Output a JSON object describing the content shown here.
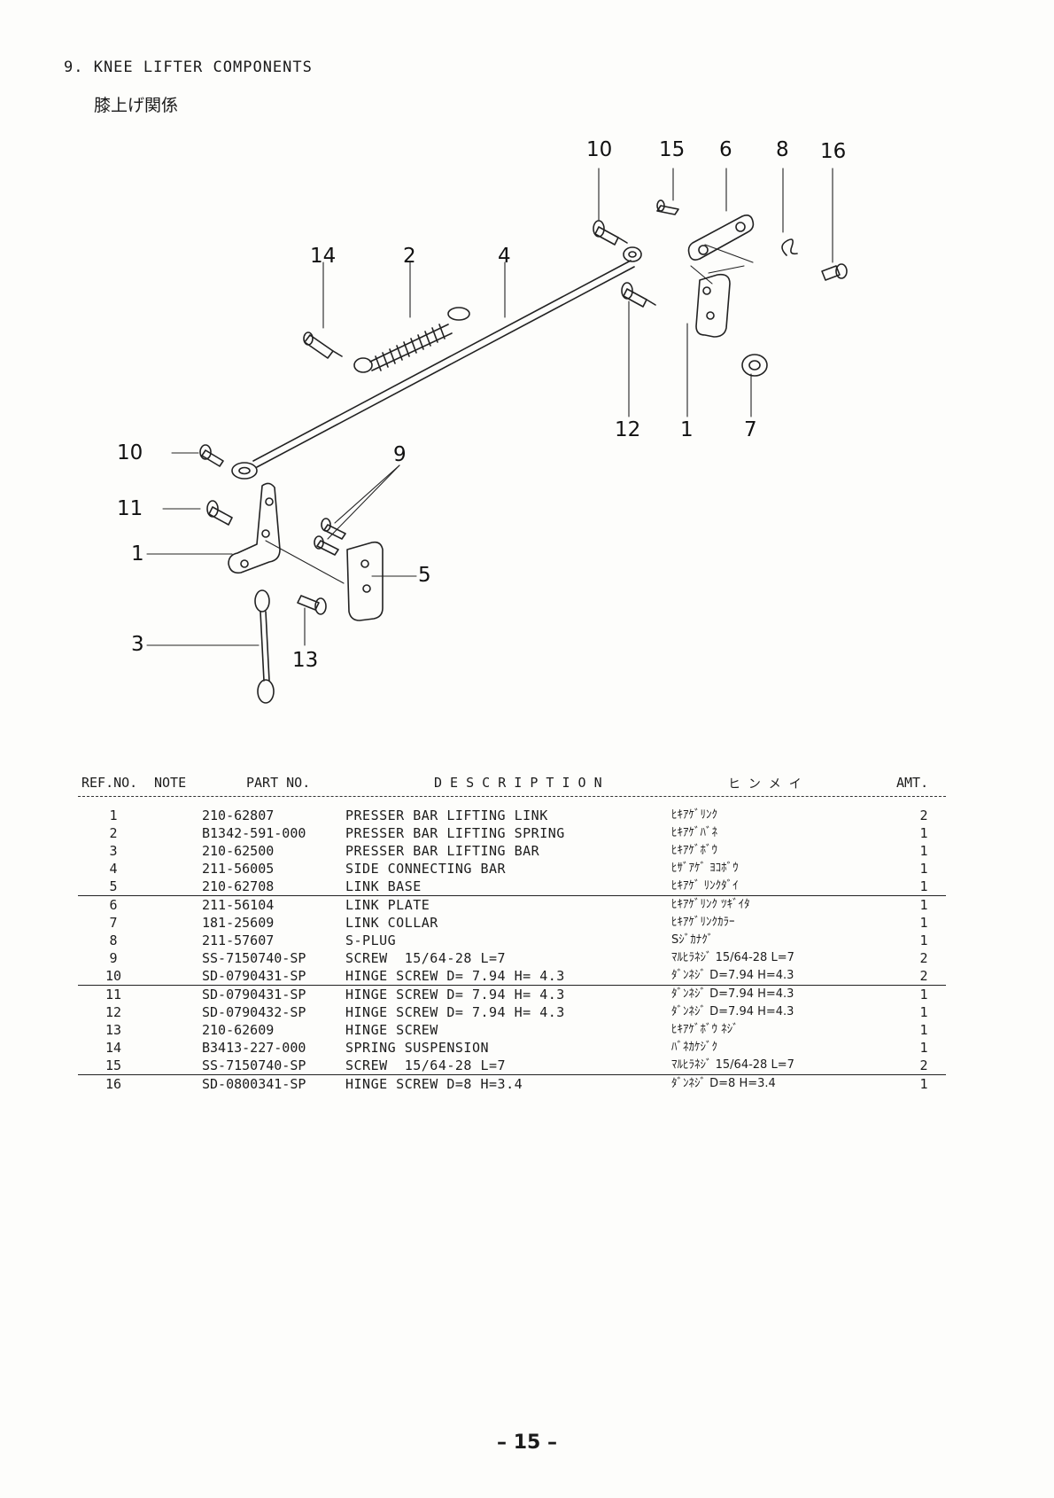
{
  "title": "9. KNEE LIFTER COMPONENTS",
  "subtitle": "膝上げ関係",
  "callouts": [
    {
      "label": "10"
    },
    {
      "label": "15"
    },
    {
      "label": "6"
    },
    {
      "label": "8"
    },
    {
      "label": "16"
    },
    {
      "label": "14"
    },
    {
      "label": "2"
    },
    {
      "label": "4"
    },
    {
      "label": "12"
    },
    {
      "label": "1"
    },
    {
      "label": "7"
    },
    {
      "label": "10"
    },
    {
      "label": "9"
    },
    {
      "label": "11"
    },
    {
      "label": "1"
    },
    {
      "label": "5"
    },
    {
      "label": "3"
    },
    {
      "label": "13"
    }
  ],
  "table": {
    "headers": {
      "ref": "REF.NO.",
      "note": "NOTE",
      "part": "PART NO.",
      "desc": "D E S C R I P T I O N",
      "kana": "ヒ  ン  メ  イ",
      "amt": "AMT."
    },
    "rows": [
      {
        "ref": "1",
        "part": "210-62807",
        "desc": "PRESSER BAR LIFTING LINK",
        "kana": "ﾋｷｱｹﾞﾘﾝｸ",
        "amt": "2"
      },
      {
        "ref": "2",
        "part": "B1342-591-000",
        "desc": "PRESSER BAR LIFTING SPRING",
        "kana": "ﾋｷｱｹﾞﾊﾞﾈ",
        "amt": "1"
      },
      {
        "ref": "3",
        "part": "210-62500",
        "desc": "PRESSER BAR LIFTING BAR",
        "kana": "ﾋｷｱｹﾞﾎﾞｳ",
        "amt": "1"
      },
      {
        "ref": "4",
        "part": "211-56005",
        "desc": "SIDE CONNECTING BAR",
        "kana": "ﾋｻﾞｱｹﾞ ﾖｺﾎﾞｳ",
        "amt": "1"
      },
      {
        "ref": "5",
        "part": "210-62708",
        "desc": "LINK BASE",
        "kana": "ﾋｷｱｹﾞ ﾘﾝｸﾀﾞｲ",
        "amt": "1"
      },
      {
        "ref": "6",
        "part": "211-56104",
        "desc": "LINK PLATE",
        "kana": "ﾋｷｱｹﾞﾘﾝｸ ﾂｷﾞｲﾀ",
        "amt": "1"
      },
      {
        "ref": "7",
        "part": "181-25609",
        "desc": "LINK COLLAR",
        "kana": "ﾋｷｱｹﾞﾘﾝｸｶﾗｰ",
        "amt": "1"
      },
      {
        "ref": "8",
        "part": "211-57607",
        "desc": "S-PLUG",
        "kana": "Sｼﾞｶﾅｸﾞ",
        "amt": "1"
      },
      {
        "ref": "9",
        "part": "SS-7150740-SP",
        "desc": "SCREW  15/64-28 L=7",
        "kana": "ﾏﾙﾋﾗﾈｼﾞ 15/64-28 L=7",
        "amt": "2"
      },
      {
        "ref": "10",
        "part": "SD-0790431-SP",
        "desc": "HINGE SCREW D= 7.94 H= 4.3",
        "kana": "ﾀﾞﾝﾈｼﾞ D=7.94 H=4.3",
        "amt": "2"
      },
      {
        "ref": "11",
        "part": "SD-0790431-SP",
        "desc": "HINGE SCREW D= 7.94 H= 4.3",
        "kana": "ﾀﾞﾝﾈｼﾞ D=7.94 H=4.3",
        "amt": "1"
      },
      {
        "ref": "12",
        "part": "SD-0790432-SP",
        "desc": "HINGE SCREW D= 7.94 H= 4.3",
        "kana": "ﾀﾞﾝﾈｼﾞ D=7.94 H=4.3",
        "amt": "1"
      },
      {
        "ref": "13",
        "part": "210-62609",
        "desc": "HINGE SCREW",
        "kana": "ﾋｷｱｹﾞﾎﾞｳ ﾈｼﾞ",
        "amt": "1"
      },
      {
        "ref": "14",
        "part": "B3413-227-000",
        "desc": "SPRING SUSPENSION",
        "kana": "ﾊﾞﾈｶｹｼﾞｸ",
        "amt": "1"
      },
      {
        "ref": "15",
        "part": "SS-7150740-SP",
        "desc": "SCREW  15/64-28 L=7",
        "kana": "ﾏﾙﾋﾗﾈｼﾞ 15/64-28 L=7",
        "amt": "2"
      },
      {
        "ref": "16",
        "part": "SD-0800341-SP",
        "desc": "HINGE SCREW D=8 H=3.4",
        "kana": "ﾀﾞﾝﾈｼﾞ D=8 H=3.4",
        "amt": "1"
      }
    ]
  },
  "page_number": "– 15 –"
}
